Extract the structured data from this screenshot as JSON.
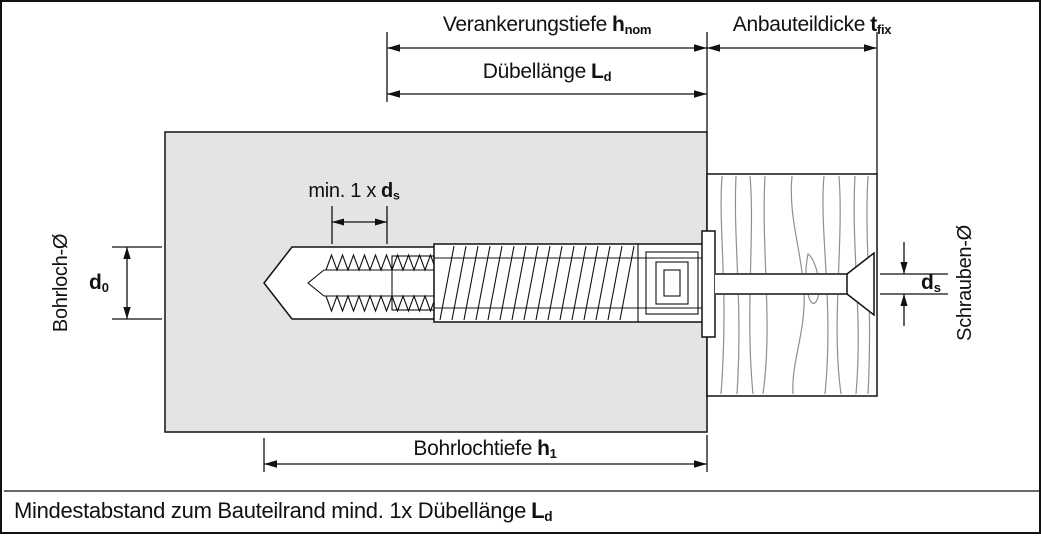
{
  "colors": {
    "background": "#ffffff",
    "line": "#111111",
    "wall_fill": "#e4e4e4",
    "wood_grain": "#8f8f8f"
  },
  "labels": {
    "anchoring_depth": {
      "text": "Verankerungstiefe",
      "symbol": "h",
      "sub": "nom"
    },
    "attachment_thickness": {
      "text": "Anbauteildicke",
      "symbol": "t",
      "sub": "fix"
    },
    "dowel_length": {
      "text": "Dübellänge",
      "symbol": "L",
      "sub": "d"
    },
    "min_protrusion": {
      "text": "min. 1 x",
      "symbol": "d",
      "sub": "s"
    },
    "drill_hole_dia": {
      "rotated": "Bohrloch-Ø",
      "symbol": "d",
      "sub": "0"
    },
    "screw_dia": {
      "rotated": "Schrauben-Ø",
      "symbol": "d",
      "sub": "s"
    },
    "drill_hole_depth": {
      "text": "Bohrlochtiefe",
      "symbol": "h",
      "sub": "1"
    },
    "caption": {
      "text": "Mindestabstand zum Bauteilrand mind. 1x Dübellänge",
      "symbol": "L",
      "sub": "d"
    }
  }
}
